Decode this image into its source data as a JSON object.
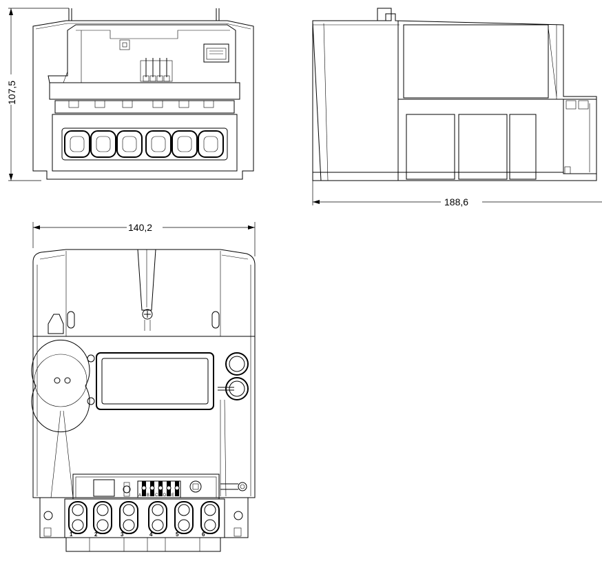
{
  "dimensions": {
    "height": "107,5",
    "width": "140,2",
    "length": "188,6"
  },
  "terminal_numbers": [
    "1",
    "2",
    "3",
    "4",
    "5",
    "6"
  ],
  "aux_terminal_labels": [
    "A",
    "B",
    "C",
    "D",
    "E"
  ]
}
